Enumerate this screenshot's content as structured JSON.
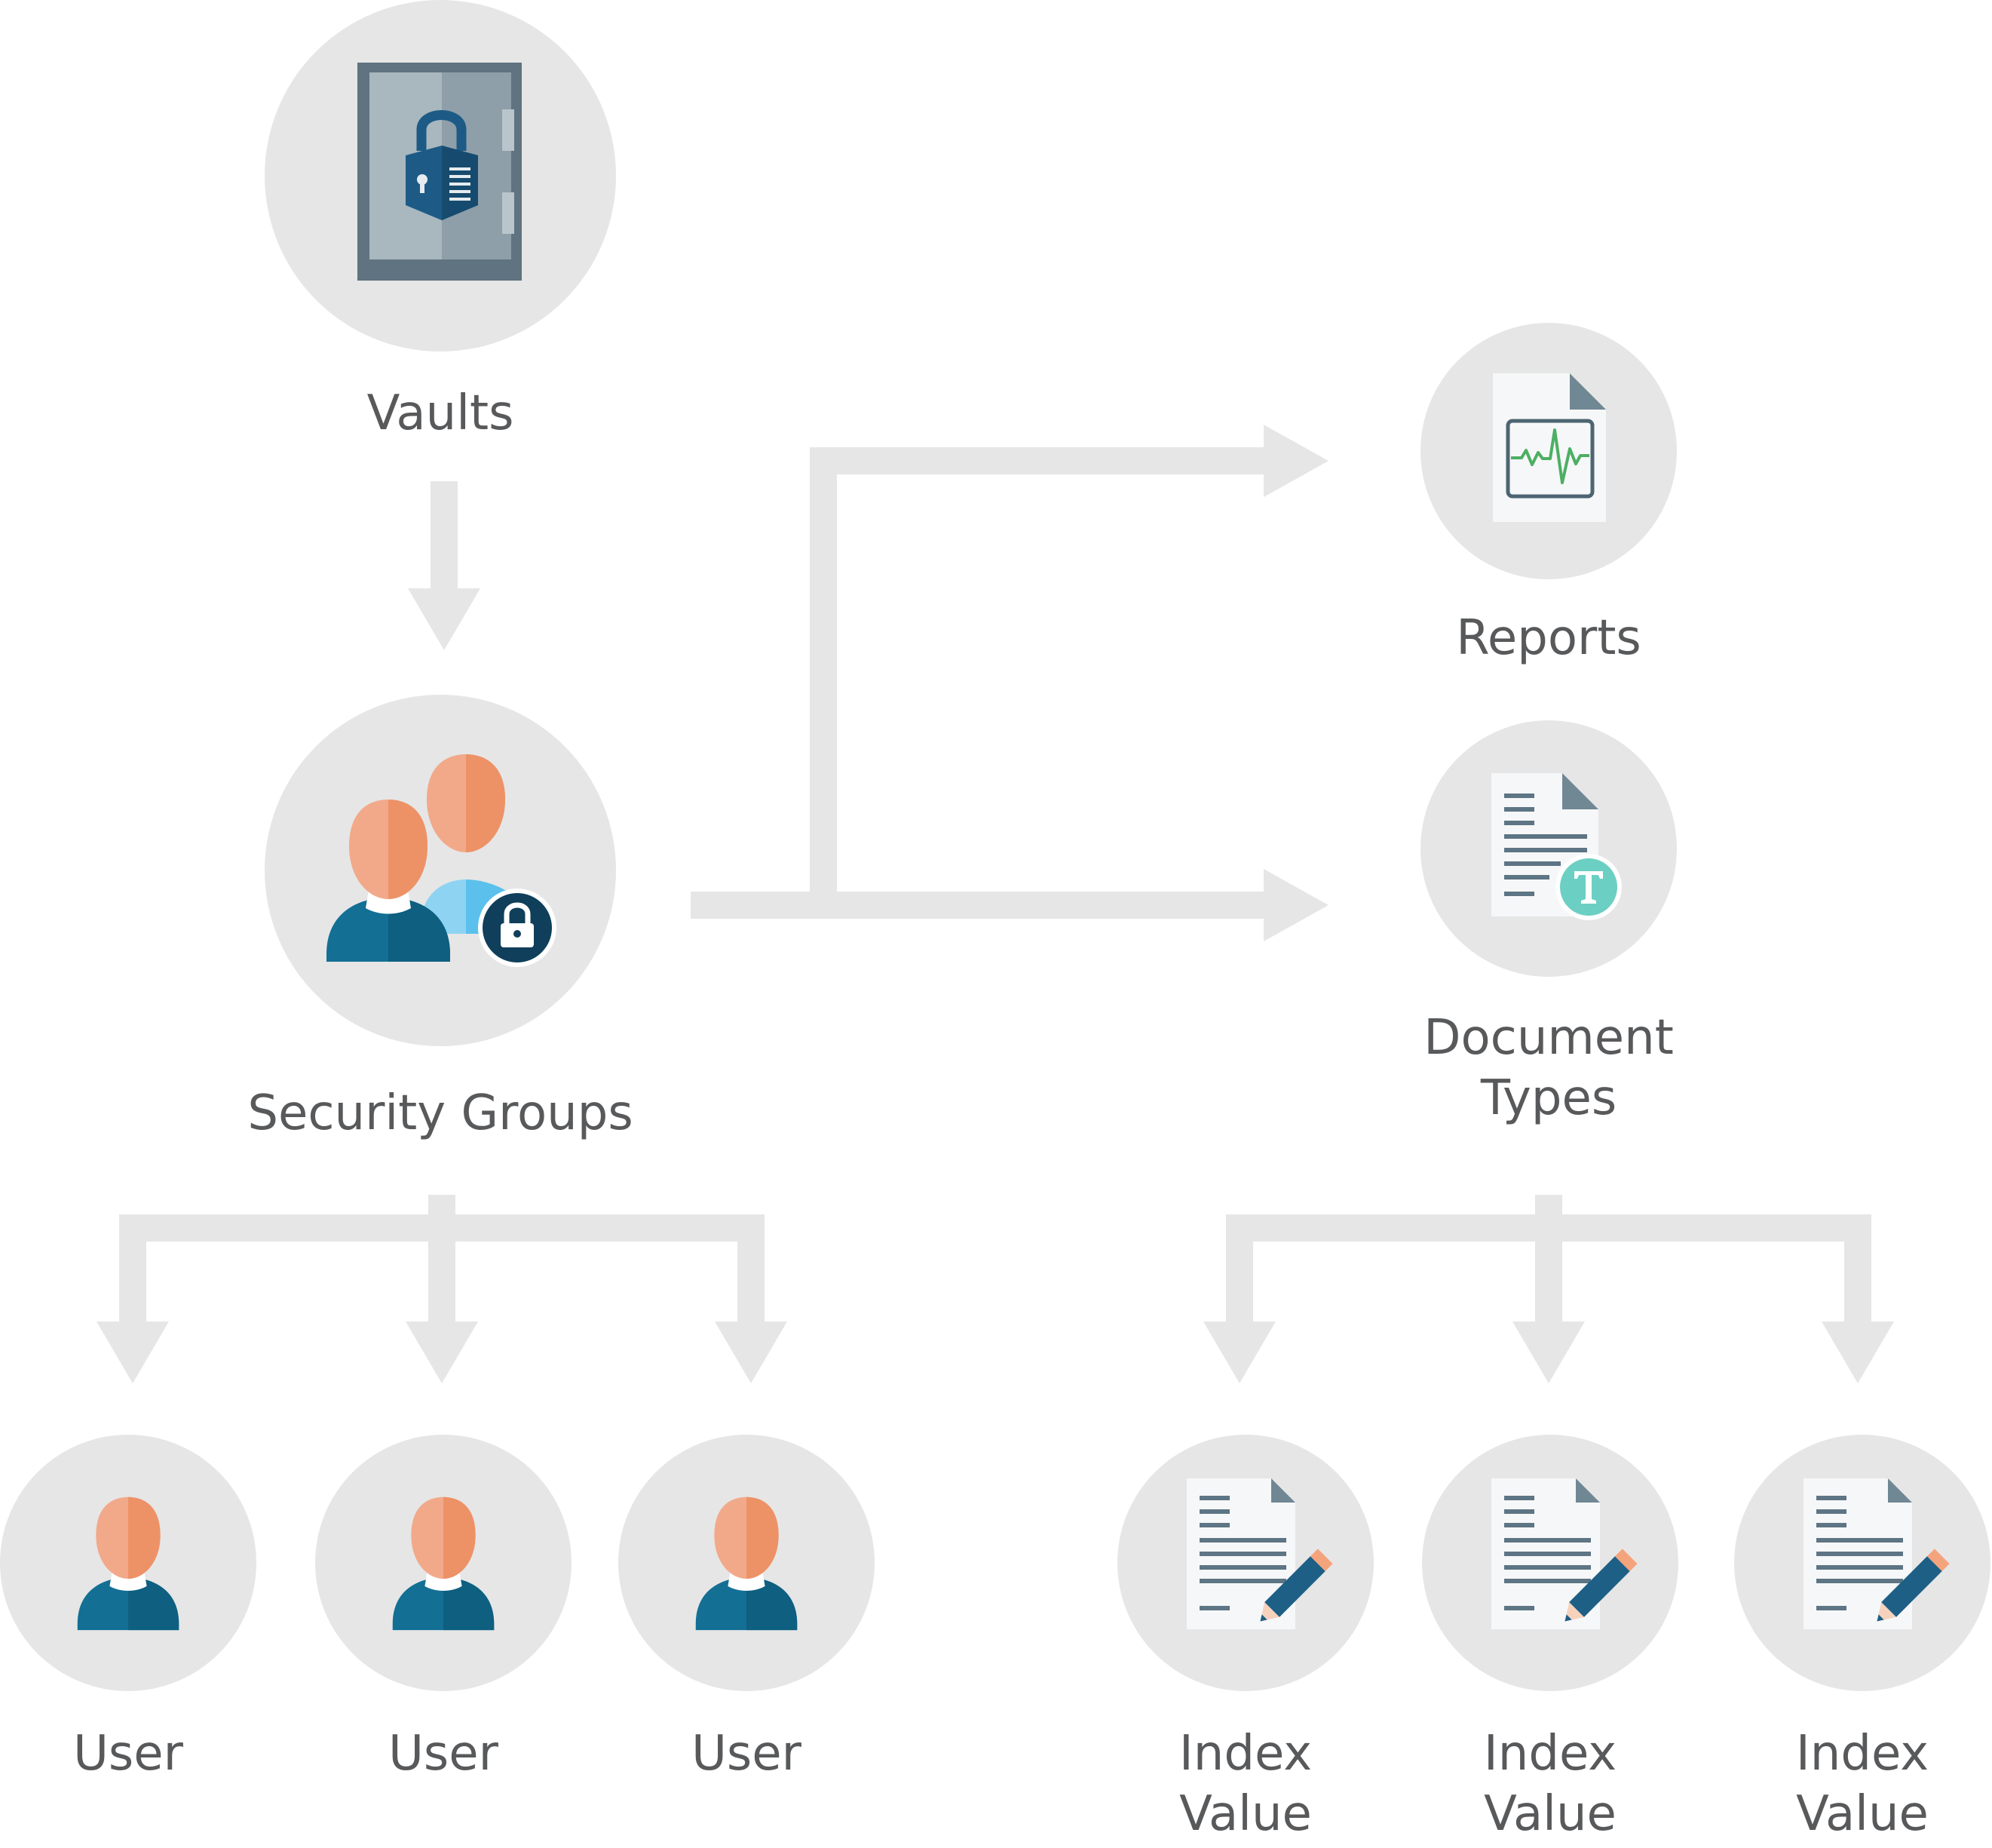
{
  "colors": {
    "circle": "#e6e6e6",
    "arrow": "#e6e6e6",
    "label": "#58595b",
    "user_skin_light": "#f2a98a",
    "user_skin_dark": "#ed9267",
    "user_body_light": "#136f94",
    "user_body_dark": "#0e5f80",
    "second_user_body": "#5bc1ec",
    "lock_badge": "#0f3f5a",
    "vault_light": "#a9b7bf",
    "vault_dark": "#7d909b",
    "vault_frame": "#5f7380",
    "lock_blue": "#1d5b86",
    "report_line": "#4caf63",
    "type_badge": "#6ccfc3",
    "doc_paper": "#f6f7f8",
    "doc_fold": "#708794",
    "pencil_blue": "#1e5f86",
    "pencil_tip": "#f4a47c"
  },
  "nodes": {
    "vaults": {
      "label": "Vaults",
      "icon": "vault-safe-icon"
    },
    "security_groups": {
      "label": "Security Groups",
      "icon": "security-group-icon"
    },
    "reports": {
      "label": "Reports",
      "icon": "report-document-icon"
    },
    "document_types": {
      "line1": "Document",
      "line2": "Types",
      "icon": "document-type-icon"
    },
    "users": [
      {
        "label": "User",
        "icon": "user-icon"
      },
      {
        "label": "User",
        "icon": "user-icon"
      },
      {
        "label": "User",
        "icon": "user-icon"
      }
    ],
    "index_values": [
      {
        "line1": "Index",
        "line2": "Value",
        "icon": "edit-document-icon"
      },
      {
        "line1": "Index",
        "line2": "Value",
        "icon": "edit-document-icon"
      },
      {
        "line1": "Index",
        "line2": "Value",
        "icon": "edit-document-icon"
      }
    ]
  },
  "connections": [
    {
      "from": "vaults",
      "to": "security_groups"
    },
    {
      "from": "security_groups",
      "to": "reports"
    },
    {
      "from": "security_groups",
      "to": "document_types"
    },
    {
      "from": "security_groups",
      "to": "users"
    },
    {
      "from": "document_types",
      "to": "index_values"
    }
  ]
}
